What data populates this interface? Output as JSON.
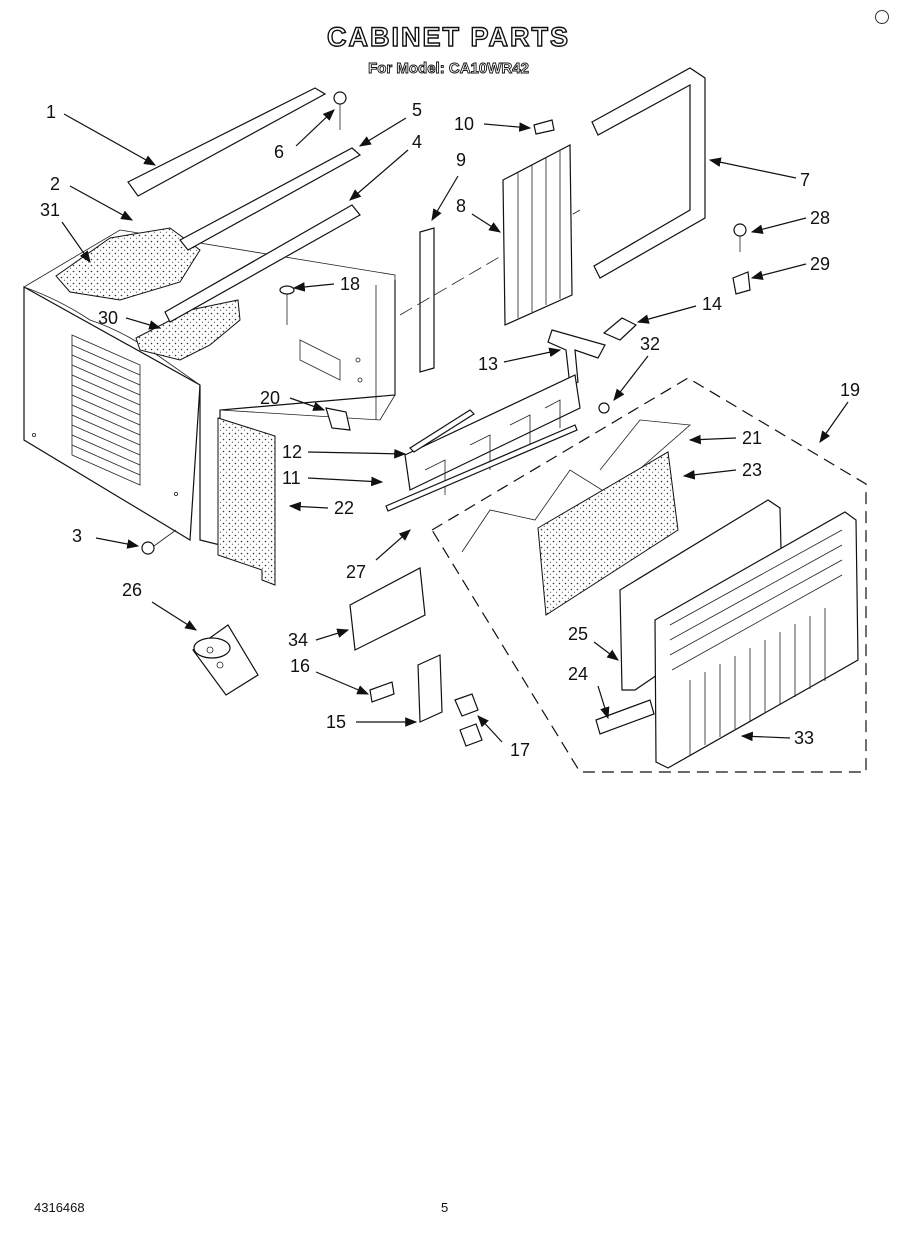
{
  "header": {
    "title": "CABINET PARTS",
    "subtitle": "For Model: CA10WR42"
  },
  "footer": {
    "document_code": "4316468",
    "page_number": "5"
  },
  "callouts": [
    "1",
    "2",
    "3",
    "4",
    "5",
    "6",
    "7",
    "8",
    "9",
    "10",
    "11",
    "12",
    "13",
    "14",
    "15",
    "16",
    "17",
    "18",
    "19",
    "20",
    "21",
    "22",
    "23",
    "24",
    "25",
    "26",
    "27",
    "28",
    "29",
    "30",
    "31",
    "32",
    "33",
    "34"
  ]
}
